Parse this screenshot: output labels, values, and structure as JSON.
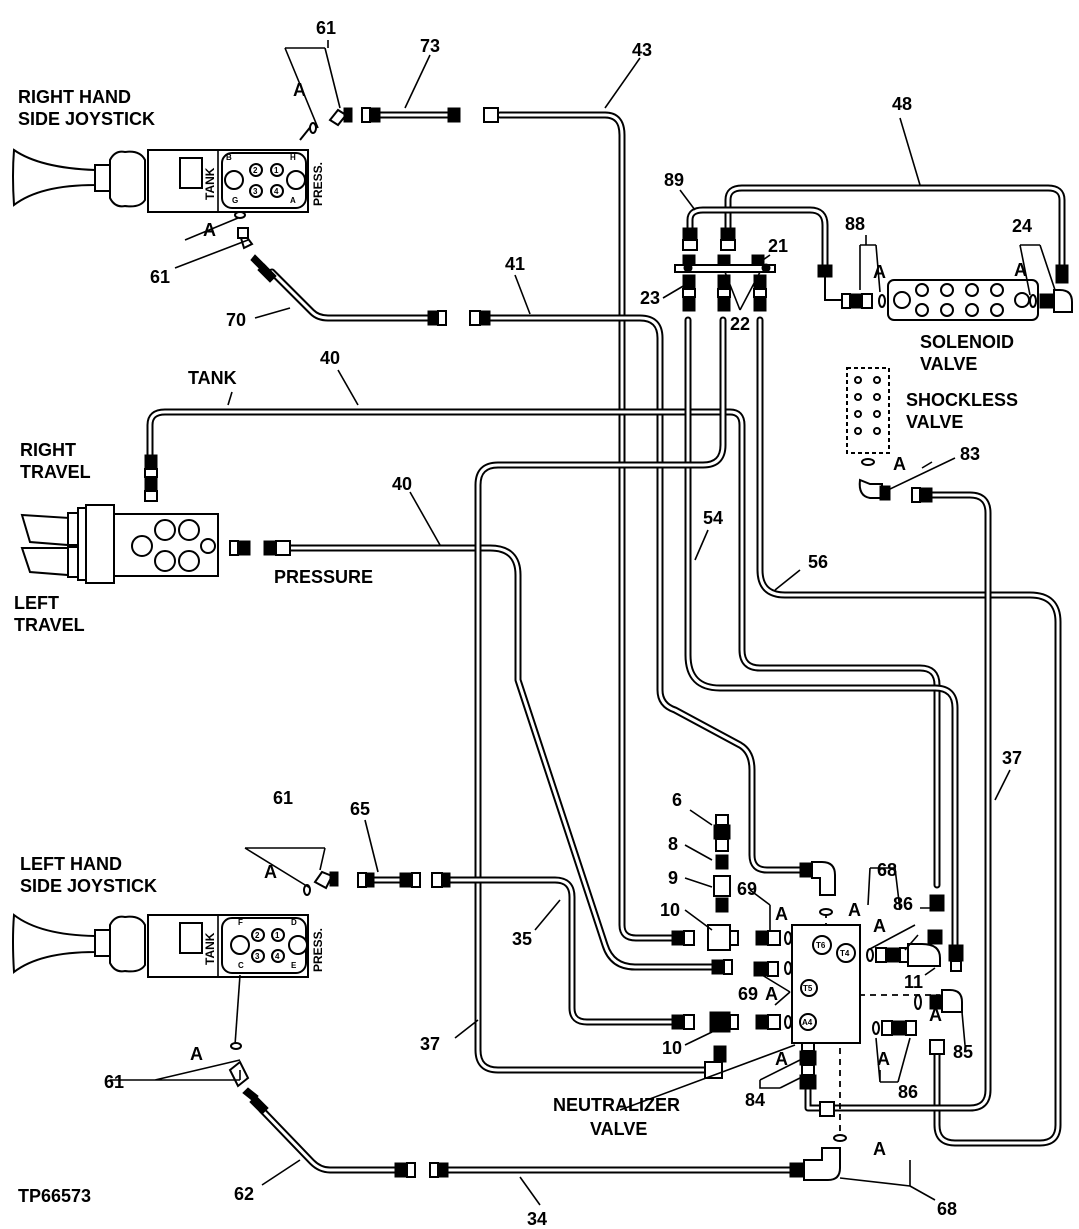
{
  "figure_id": "TP66573",
  "components": {
    "right_joystick": [
      "RIGHT HAND",
      "SIDE JOYSTICK"
    ],
    "left_joystick": [
      "LEFT HAND",
      "SIDE JOYSTICK"
    ],
    "right_travel": [
      "RIGHT",
      "TRAVEL"
    ],
    "left_travel": [
      "LEFT",
      "TRAVEL"
    ],
    "solenoid_valve": [
      "SOLENOID",
      "VALVE"
    ],
    "shockless_valve": [
      "SHOCKLESS",
      "VALVE"
    ],
    "neutralizer_valve": [
      "NEUTRALIZER",
      "VALVE"
    ],
    "tank": "TANK",
    "pressure": "PRESSURE"
  },
  "joystick_text": {
    "tank": "TANK",
    "press": "PRESS.",
    "right_ports": [
      "1",
      "2",
      "3",
      "4"
    ],
    "right_corners": [
      "B",
      "H",
      "G",
      "A"
    ],
    "left_ports": [
      "1",
      "2",
      "3",
      "4"
    ],
    "left_corners": [
      "F",
      "D",
      "C",
      "E"
    ]
  },
  "neutralizer_ports": [
    "T6",
    "T4",
    "T5",
    "A4"
  ],
  "callouts": {
    "c61a": "61",
    "c73": "73",
    "c43": "43",
    "c48": "48",
    "c89": "89",
    "c88": "88",
    "c24": "24",
    "c21": "21",
    "c23": "23",
    "c22": "22",
    "c41": "41",
    "c61b": "61",
    "c70": "70",
    "c40a": "40",
    "c40b": "40",
    "c83": "83",
    "c54": "54",
    "c56": "56",
    "c37a": "37",
    "c37b": "37",
    "c6": "6",
    "c8": "8",
    "c9": "9",
    "c10a": "10",
    "c10b": "10",
    "c69a": "69",
    "c69b": "69",
    "c68a": "68",
    "c68b": "68",
    "c86a": "86",
    "c86b": "86",
    "c11": "11",
    "c85": "85",
    "c84": "84",
    "c61c": "61",
    "c65": "65",
    "c35": "35",
    "c61d": "61",
    "c62": "62",
    "c34": "34"
  },
  "detail_marks": {
    "a1": "A",
    "a2": "A",
    "a3": "A",
    "a4": "A",
    "a5": "A",
    "a6": "A",
    "a7": "A",
    "a8": "A",
    "a9": "A",
    "a10": "A",
    "a11": "A",
    "a12": "A",
    "a13": "A",
    "a14": "A",
    "a15": "A",
    "a16": "A"
  }
}
